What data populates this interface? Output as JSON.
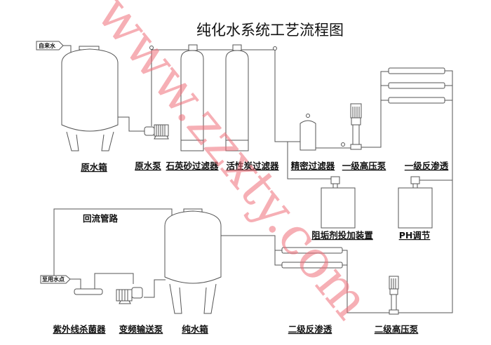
{
  "title": "纯化水系统工艺流程图",
  "tags": {
    "tap_water": "自来水",
    "to_use_point": "至用水点"
  },
  "labels": {
    "raw_tank": "原水箱",
    "raw_pump": "原水泵",
    "sand_filter": "石英砂过滤器",
    "carbon_filter": "活性炭过滤器",
    "precision_filter": "精密过滤器",
    "hp_pump_1": "一级高压泵",
    "ro_1": "一级反渗透",
    "antiscalant": "阻垢剂投加装置",
    "ph": "PH调节",
    "return_loop": "回流管路",
    "uv": "紫外线杀菌器",
    "vfd_pump": "变频输送泵",
    "pure_tank": "纯水箱",
    "ro_2": "二级反渗透",
    "hp_pump_2": "二级高压泵"
  },
  "watermark": "www.zzxty.com",
  "colors": {
    "line": "#555555",
    "watermark": "#ee6e78"
  }
}
